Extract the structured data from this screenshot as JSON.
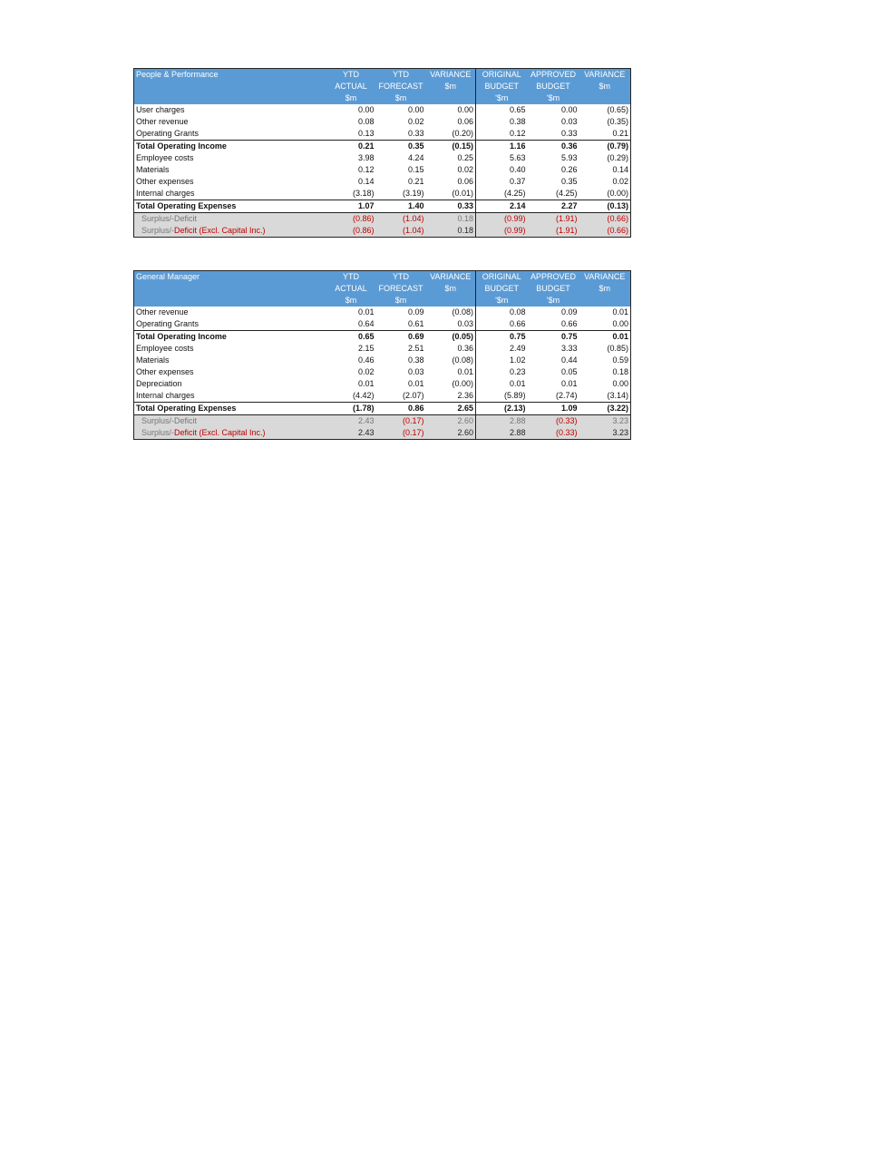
{
  "tables": [
    {
      "title": "People & Performance",
      "headers": [
        [
          "YTD ACTUAL",
          "$m",
          ""
        ],
        [
          "YTD",
          "FORECAST",
          "$m"
        ],
        [
          "VARIANCE",
          "$m",
          ""
        ],
        [
          "ORIGINAL",
          "BUDGET",
          "'$m"
        ],
        [
          "APPROVED",
          "BUDGET",
          "'$m"
        ],
        [
          "VARIANCE",
          "$m",
          ""
        ]
      ],
      "rows": [
        {
          "label": "User charges",
          "values": [
            "0.00",
            "0.00",
            "0.00",
            "0.65",
            "0.00",
            "(0.65)"
          ]
        },
        {
          "label": "Other revenue",
          "values": [
            "0.08",
            "0.02",
            "0.06",
            "0.38",
            "0.03",
            "(0.35)"
          ]
        },
        {
          "label": "Operating Grants",
          "values": [
            "0.13",
            "0.33",
            "(0.20)",
            "0.12",
            "0.33",
            "0.21"
          ]
        },
        {
          "label": "Total Operating Income",
          "values": [
            "0.21",
            "0.35",
            "(0.15)",
            "1.16",
            "0.36",
            "(0.79)"
          ]
        },
        {
          "label": "Employee costs",
          "values": [
            "3.98",
            "4.24",
            "0.25",
            "5.63",
            "5.93",
            "(0.29)"
          ]
        },
        {
          "label": "Materials",
          "values": [
            "0.12",
            "0.15",
            "0.02",
            "0.40",
            "0.26",
            "0.14"
          ]
        },
        {
          "label": "Other expenses",
          "values": [
            "0.14",
            "0.21",
            "0.06",
            "0.37",
            "0.35",
            "0.02"
          ]
        },
        {
          "label": "Internal charges",
          "values": [
            "(3.18)",
            "(3.19)",
            "(0.01)",
            "(4.25)",
            "(4.25)",
            "(0.00)"
          ]
        },
        {
          "label": "Total Operating Expenses",
          "values": [
            "1.07",
            "1.40",
            "0.33",
            "2.14",
            "2.27",
            "(0.13)"
          ]
        },
        {
          "label": "Surplus/-Deficit",
          "values": [
            "(0.86)",
            "(1.04)",
            "0.18",
            "(0.99)",
            "(1.91)",
            "(0.66)"
          ]
        },
        {
          "label_a": "Surplus/-",
          "label_b": "Deficit (Excl. Capital Inc.)",
          "values": [
            "(0.86)",
            "(1.04)",
            "0.18",
            "(0.99)",
            "(1.91)",
            "(0.66)"
          ]
        }
      ]
    },
    {
      "title": "General Manager",
      "headers": [
        [
          "YTD ACTUAL",
          "$m",
          ""
        ],
        [
          "YTD",
          "FORECAST",
          "$m"
        ],
        [
          "VARIANCE",
          "$m",
          ""
        ],
        [
          "ORIGINAL",
          "BUDGET",
          "'$m"
        ],
        [
          "APPROVED",
          "BUDGET",
          "'$m"
        ],
        [
          "VARIANCE",
          "$m",
          ""
        ]
      ],
      "rows": [
        {
          "label": "Other revenue",
          "values": [
            "0.01",
            "0.09",
            "(0.08)",
            "0.08",
            "0.09",
            "0.01"
          ]
        },
        {
          "label": "Operating Grants",
          "values": [
            "0.64",
            "0.61",
            "0.03",
            "0.66",
            "0.66",
            "0.00"
          ]
        },
        {
          "label": "Total Operating Income",
          "values": [
            "0.65",
            "0.69",
            "(0.05)",
            "0.75",
            "0.75",
            "0.01"
          ]
        },
        {
          "label": "Employee costs",
          "values": [
            "2.15",
            "2.51",
            "0.36",
            "2.49",
            "3.33",
            "(0.85)"
          ]
        },
        {
          "label": "Materials",
          "values": [
            "0.46",
            "0.38",
            "(0.08)",
            "1.02",
            "0.44",
            "0.59"
          ]
        },
        {
          "label": "Other expenses",
          "values": [
            "0.02",
            "0.03",
            "0.01",
            "0.23",
            "0.05",
            "0.18"
          ]
        },
        {
          "label": "Depreciation",
          "values": [
            "0.01",
            "0.01",
            "(0.00)",
            "0.01",
            "0.01",
            "0.00"
          ]
        },
        {
          "label": "Internal charges",
          "values": [
            "(4.42)",
            "(2.07)",
            "2.36",
            "(5.89)",
            "(2.74)",
            "(3.14)"
          ]
        },
        {
          "label": "Total Operating Expenses",
          "values": [
            "(1.78)",
            "0.86",
            "2.65",
            "(2.13)",
            "1.09",
            "(3.22)"
          ]
        },
        {
          "label": "Surplus/-Deficit",
          "values": [
            "2.43",
            "(0.17)",
            "2.60",
            "2.88",
            "(0.33)",
            "3.23"
          ]
        },
        {
          "label_a": "Surplus/-",
          "label_b": "Deficit (Excl. Capital Inc.)",
          "values": [
            "2.43",
            "(0.17)",
            "2.60",
            "2.88",
            "(0.33)",
            "3.23"
          ]
        }
      ]
    }
  ]
}
